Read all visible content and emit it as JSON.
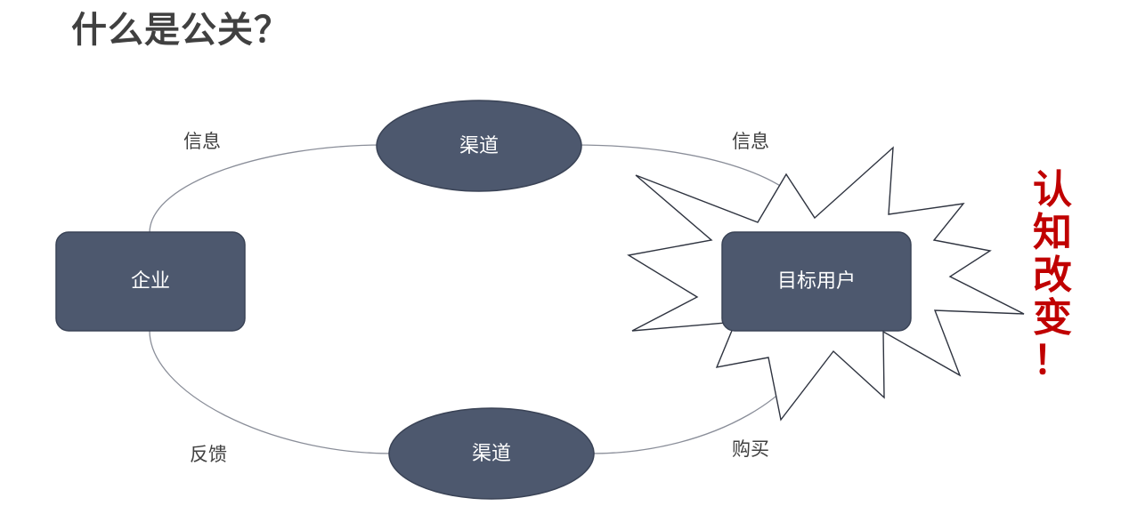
{
  "title": "什么是公关？",
  "nodes": {
    "enterprise": "企业",
    "target_user": "目标用户",
    "channel_top": "渠道",
    "channel_bottom": "渠道"
  },
  "edge_labels": {
    "info_left": "信息",
    "info_right": "信息",
    "feedback": "反馈",
    "purchase": "购买"
  },
  "callout": {
    "chars": [
      "认",
      "知",
      "改",
      "变",
      "！"
    ]
  },
  "colors": {
    "node_fill": "#4d586e",
    "node_stroke": "#3a4356",
    "callout": "#c00000",
    "title": "#404040",
    "loop_line": "#8a8e99"
  }
}
